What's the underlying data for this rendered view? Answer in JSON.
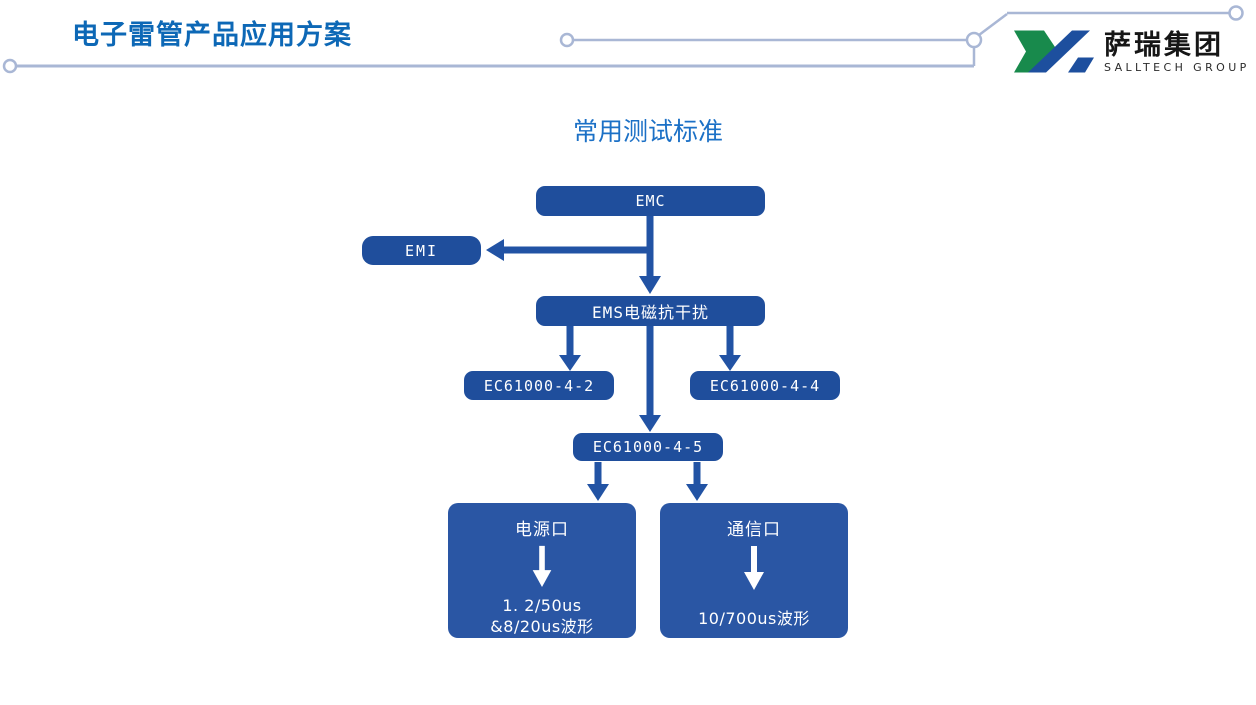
{
  "header": {
    "title": "电子雷管产品应用方案",
    "logo": {
      "company_cn": "萨瑞集团",
      "company_en": "SALLTECH GROUP"
    }
  },
  "diagram": {
    "heading": "常用测试标准",
    "nodes": {
      "emc": {
        "label": "EMC"
      },
      "emi": {
        "label": "EMI"
      },
      "ems": {
        "label": "EMS电磁抗干扰"
      },
      "ec61000_4_2": {
        "label": "EC61000-4-2"
      },
      "ec61000_4_4": {
        "label": "EC61000-4-4"
      },
      "ec61000_4_5": {
        "label": "EC61000-4-5"
      },
      "power_port": {
        "label": "电源口",
        "detail_line1": "1. 2/50us",
        "detail_line2": "&8/20us波形"
      },
      "comm_port": {
        "label": "通信口",
        "detail_line1": "10/700us波形"
      }
    },
    "edges": [
      {
        "from": "EMC",
        "to": "EMI"
      },
      {
        "from": "EMC",
        "to": "EMS电磁抗干扰"
      },
      {
        "from": "EMS电磁抗干扰",
        "to": "EC61000-4-2"
      },
      {
        "from": "EMS电磁抗干扰",
        "to": "EC61000-4-4"
      },
      {
        "from": "EMS电磁抗干扰",
        "to": "EC61000-4-5"
      },
      {
        "from": "EC61000-4-5",
        "to": "电源口"
      },
      {
        "from": "EC61000-4-5",
        "to": "通信口"
      },
      {
        "from": "电源口",
        "to": "1. 2/50us &8/20us波形"
      },
      {
        "from": "通信口",
        "to": "10/700us波形"
      }
    ]
  },
  "colors": {
    "title_blue": "#0d68b6",
    "heading_blue": "#1b70c6",
    "node_fill": "#1f4e9c",
    "big_node_fill": "#2a56a4",
    "arrow_blue": "#2253a4",
    "decor_line": "#a9b7d5",
    "logo_green": "#188a4c",
    "logo_blue": "#1d4f9e"
  }
}
